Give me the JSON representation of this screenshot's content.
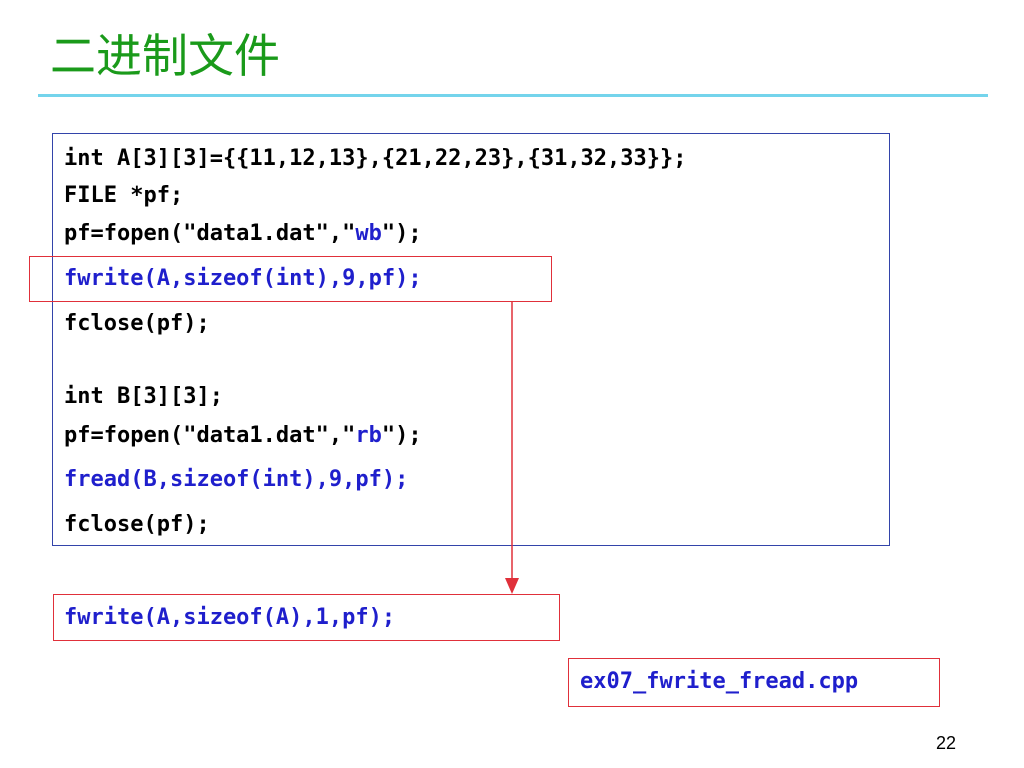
{
  "slide": {
    "title": "二进制文件",
    "page_number": "22"
  },
  "code": {
    "lines": [
      "int A[3][3]={{11,12,13},{21,22,23},{31,32,33}};",
      "FILE *pf;",
      "pf=fopen(\"data1.dat\",\"",
      "wb",
      "\");",
      "fwrite(A,sizeof(int),9,pf);",
      "fclose(pf);",
      "int B[3][3];",
      "pf=fopen(\"data1.dat\",\"",
      "rb",
      "\");",
      "fread(B,sizeof(int),9,pf);",
      "fclose(pf);"
    ]
  },
  "alternative": {
    "code": "fwrite(A,sizeof(A),1,pf);"
  },
  "source_file": {
    "name": "ex07_fwrite_fread.cpp"
  },
  "colors": {
    "title": "#1a9a1a",
    "rule": "#74d4ec",
    "code_border": "#3344aa",
    "highlight": "#e0303a",
    "keyword_blue": "#1f1fcc"
  }
}
